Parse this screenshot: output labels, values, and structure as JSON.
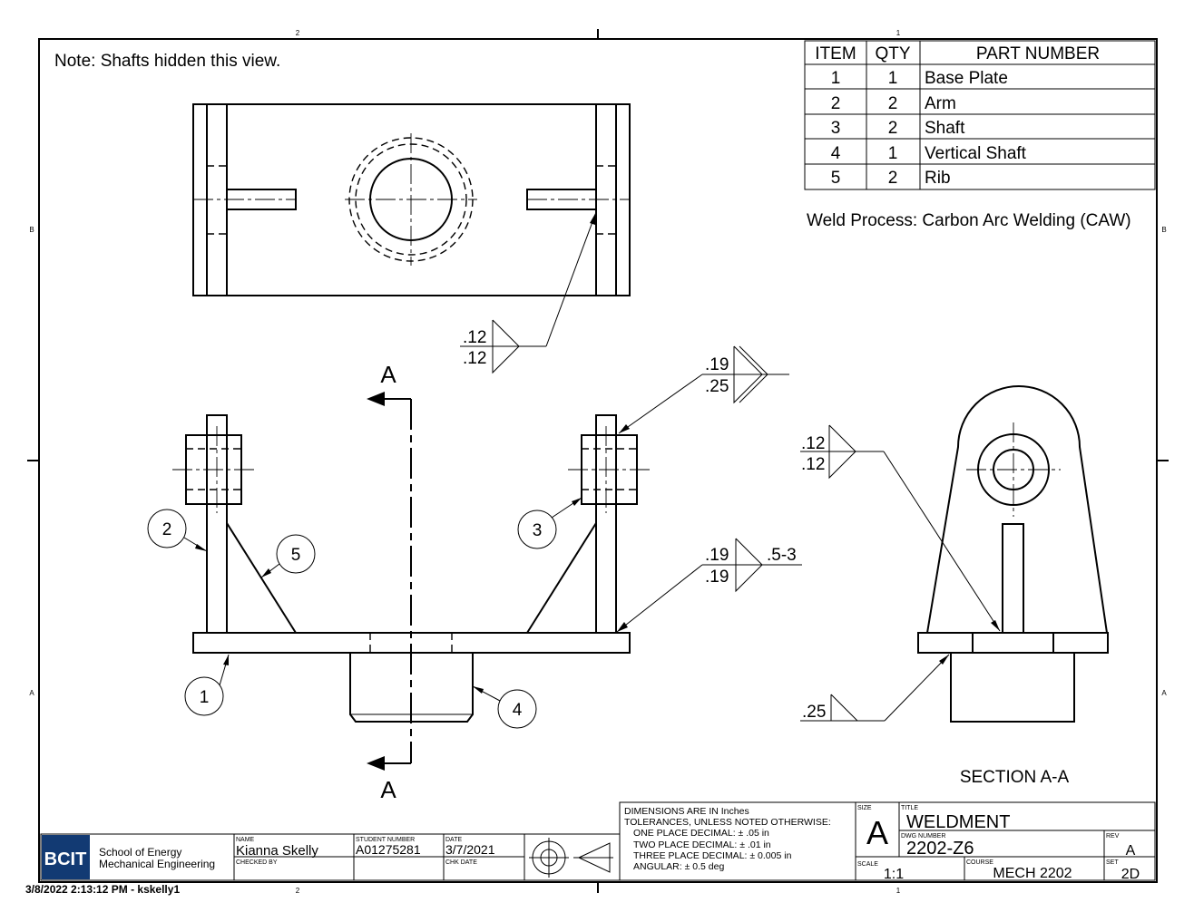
{
  "sheet": {
    "note": "Note: Shafts hidden this view.",
    "weld_process": "Weld Process: Carbon Arc Welding (CAW)",
    "section_label": "SECTION A-A",
    "section_letter": "A",
    "zone_top_left": "2",
    "zone_top_right": "1",
    "zone_bottom_left": "2",
    "zone_bottom_right": "1",
    "zone_row_b": "B",
    "zone_row_a": "A",
    "plot_stamp": "3/8/2022  2:13:12 PM - kskelly1"
  },
  "parts_list": {
    "headers": [
      "ITEM",
      "QTY",
      "PART NUMBER"
    ],
    "rows": [
      {
        "item": "1",
        "qty": "1",
        "part": "Base Plate"
      },
      {
        "item": "2",
        "qty": "2",
        "part": "Arm"
      },
      {
        "item": "3",
        "qty": "2",
        "part": "Shaft"
      },
      {
        "item": "4",
        "qty": "1",
        "part": "Vertical Shaft"
      },
      {
        "item": "5",
        "qty": "2",
        "part": "Rib"
      }
    ]
  },
  "balloons": [
    "1",
    "2",
    "3",
    "4",
    "5"
  ],
  "welds": {
    "top_view": {
      "upper": ".12",
      "lower": ".12"
    },
    "arm_shaft": {
      "upper": ".19",
      "lower": ".25"
    },
    "arm_plate": {
      "upper": ".19",
      "lower": ".19",
      "pitch": ".5-3"
    },
    "section_top": {
      "upper": ".12",
      "lower": ".12"
    },
    "section_bottom": {
      "value": ".25"
    }
  },
  "title_block": {
    "logo": "BCIT",
    "school_line1": "School of Energy",
    "school_line2": "Mechanical Engineering",
    "name_label": "NAME",
    "name": "Kianna Skelly",
    "checked_label": "CHECKED BY",
    "student_label": "STUDENT NUMBER",
    "student_number": "A01275281",
    "date_label": "DATE",
    "date": "3/7/2021",
    "chk_date_label": "CHK DATE",
    "tolerances": [
      "DIMENSIONS ARE IN Inches",
      "TOLERANCES, UNLESS NOTED OTHERWISE:",
      "ONE PLACE DECIMAL: ± .05 in",
      "TWO PLACE DECIMAL:  ± .01 in",
      "THREE PLACE DECIMAL:  ± 0.005 in",
      "ANGULAR: ± 0.5 deg"
    ],
    "size_label": "SIZE",
    "size": "A",
    "title_label": "TITLE",
    "title": "WELDMENT",
    "dwg_label": "DWG NUMBER",
    "dwg_number": "2202-Z6",
    "rev_label": "REV",
    "rev": "A",
    "scale_label": "SCALE",
    "scale": "1:1",
    "course_label": "COURSE",
    "course": "MECH 2202",
    "set_label": "SET",
    "set": "2D"
  }
}
